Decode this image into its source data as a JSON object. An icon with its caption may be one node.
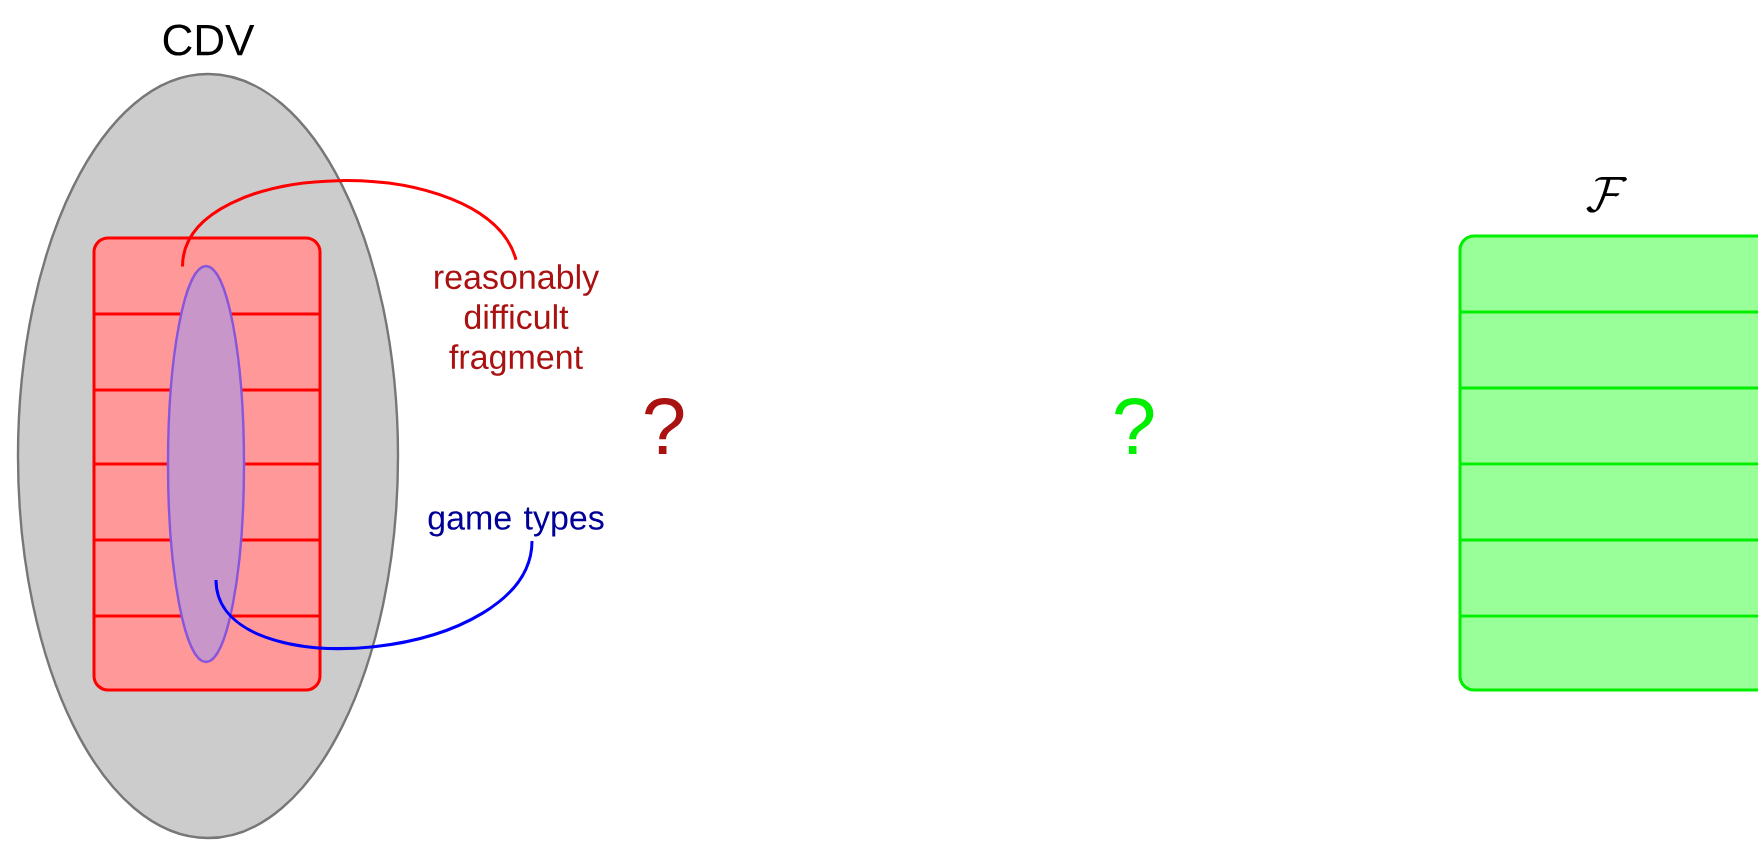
{
  "diagram": {
    "nodes": [
      {
        "text": [
          "CDV"
        ]
      },
      {
        "text": [],
        "shape": "box",
        "in": 0
      },
      {
        "text": [],
        "shape": "ellipse",
        "in": 1
      },
      {
        "text": [
          "reasonably difficult fragment"
        ]
      },
      {
        "text": [
          "game types"
        ]
      },
      {
        "text": [
          "\\mathcal{F}"
        ]
      }
    ],
    "edges": [
      {
        "from": 3,
        "to": 1,
        "arrow": "none",
        "color": "#ff0000"
      },
      {
        "from": 4,
        "to": 2,
        "arrow": "none",
        "color": "#0000ff"
      }
    ],
    "labels": [
      "?",
      "?"
    ]
  }
}
